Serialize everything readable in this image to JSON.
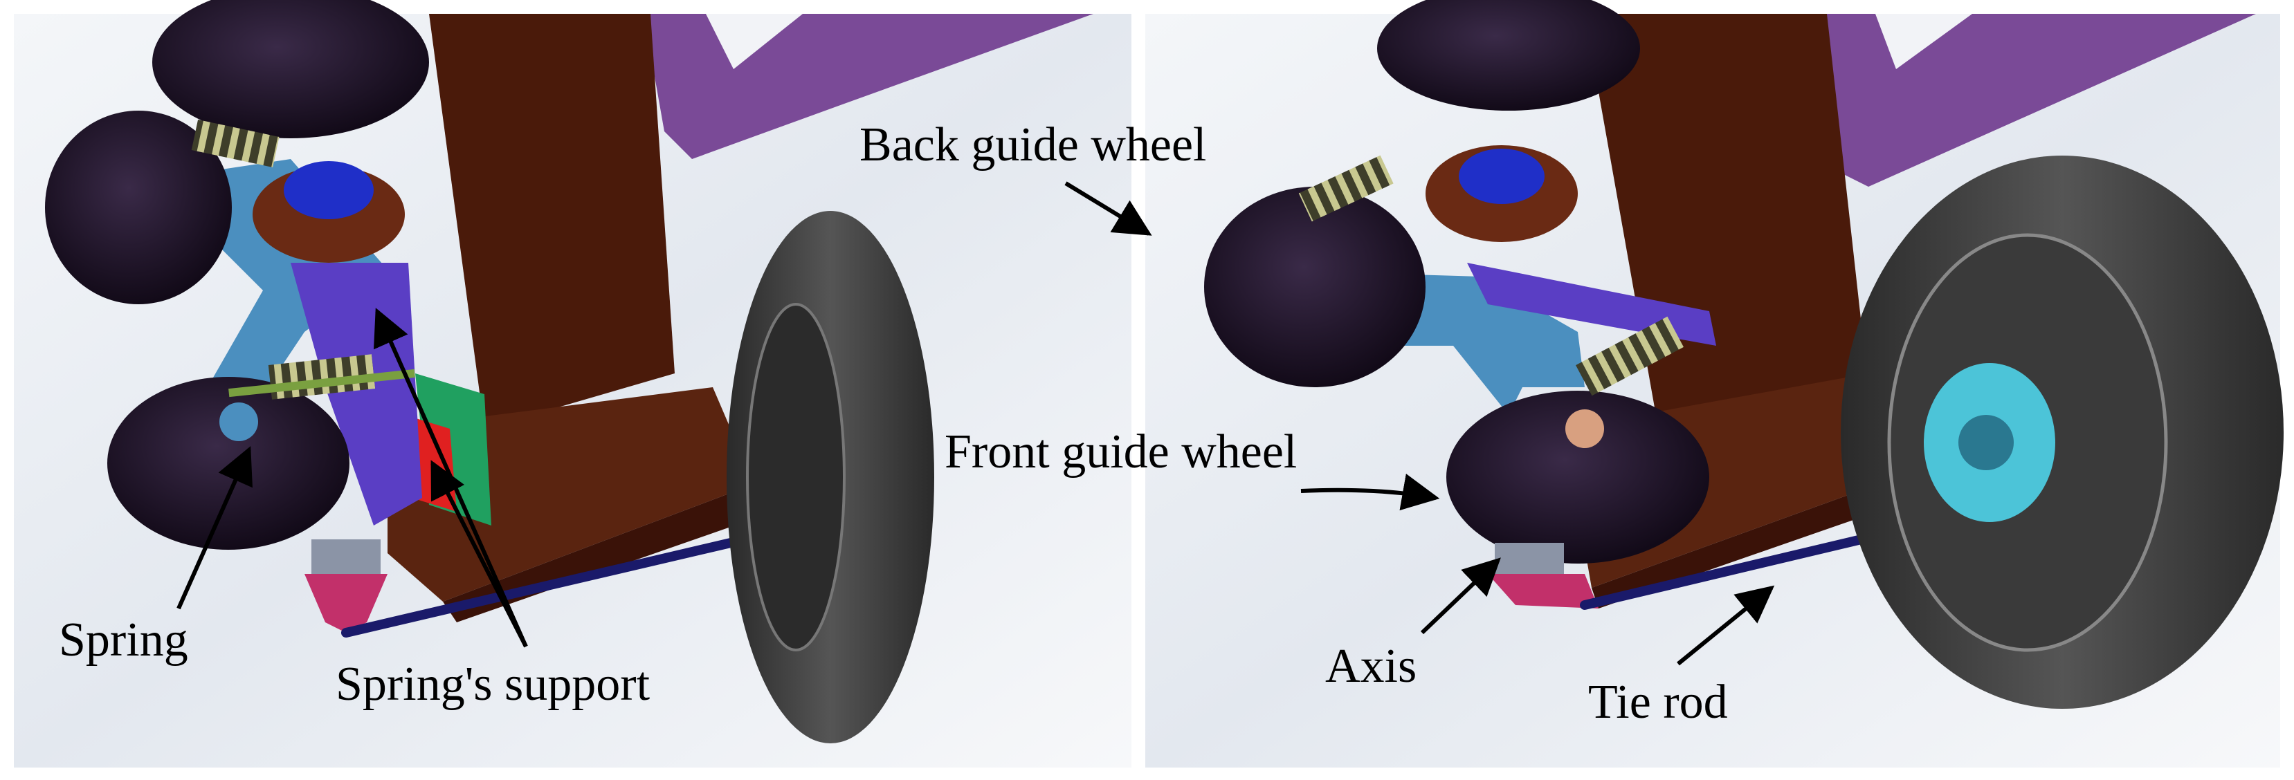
{
  "panels": {
    "left": {
      "labels": {
        "spring": "Spring",
        "springs_support": "Spring's support"
      }
    },
    "right": {
      "labels": {
        "back_guide_wheel": "Back guide wheel",
        "front_guide_wheel": "Front guide wheel",
        "axis": "Axis",
        "tie_rod": "Tie rod"
      }
    }
  },
  "colors": {
    "frame_purple": "#7a4a97",
    "plate_brown": "#4a1a0a",
    "arm_blue": "#4b8fbf",
    "wheel_black": "#1a1020",
    "tire_gray": "#3a3a3a",
    "spring_green": "#7aa040",
    "bushing_blue": "#1f2fc8",
    "hub_cyan": "#4cc4d8",
    "cone_magenta": "#c2306a",
    "tie_rod_navy": "#1a1a6a",
    "support_green": "#20a060",
    "support_red": "#e02020"
  }
}
